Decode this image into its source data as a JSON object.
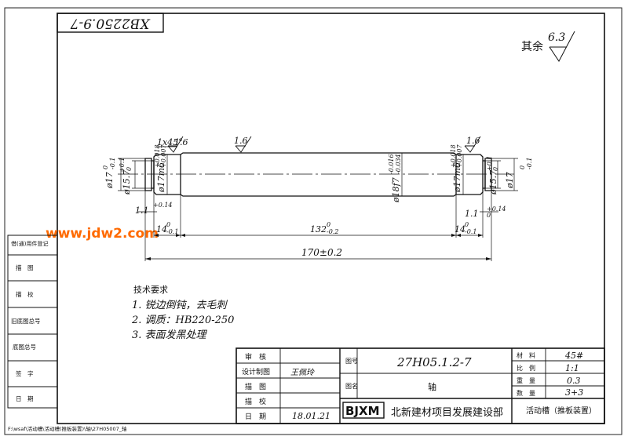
{
  "drawing_number_rotated": "XB2250.9-7",
  "roughness_general": {
    "label": "其余",
    "value": "6.3"
  },
  "watermark": "www.jdw2.com",
  "part_roughness": [
    "1.6",
    "1.6",
    "1.6"
  ],
  "chamfer": "1x45°",
  "dimensions": {
    "d17_left": "ø17",
    "d17_left_tol_upper": "0",
    "d17_left_tol_lower": "-0.1",
    "d157_left": "ø15.7",
    "d157_left_tol_upper": "+0.1",
    "d157_left_tol_lower": "0",
    "d17m6_left": "ø17m6",
    "d17m6_tol_upper": "+0.018",
    "d17m6_tol_lower": "+0.007",
    "d18f7": "ø18f7",
    "d18f7_tol_upper": "-0.016",
    "d18f7_tol_lower": "-0.034",
    "d17m6_right": "ø17m6",
    "d157_right": "ø15.7",
    "d17_right": "ø17",
    "groove_w": "1.1",
    "groove_tol": "+0.14",
    "groove_tol2": "0",
    "len14": "14",
    "len14_tol_upper": "0",
    "len14_tol_lower": "-0.1",
    "len132": "132",
    "len132_tol_upper": "0",
    "len132_tol_lower": "-0.2",
    "len170": "170±0.2"
  },
  "tech_requirements": {
    "title": "技术要求",
    "items": [
      "1. 锐边倒钝，去毛刺",
      "2. 调质：HB220-250",
      "3. 表面发黑处理"
    ]
  },
  "left_strip": [
    "借(通)用件登记",
    "描　图",
    "描　校",
    "旧底图总号",
    "底图总号",
    "签　字",
    "日　期"
  ],
  "title_block": {
    "left_labels": [
      "审　核",
      "设计制图",
      "描　图",
      "描　校",
      "日　期"
    ],
    "designer_sign": "王佩玲",
    "date": "18.01.21",
    "drawing_no_label": "图号",
    "drawing_no": "27H05.1.2-7",
    "name_label": "图名",
    "name": "轴",
    "material_label": "材　料",
    "material": "45#",
    "scale_label": "比　例",
    "scale": "1:1",
    "weight_label": "重　量",
    "weight": "0.3",
    "qty_label": "数　量",
    "qty": "3+3",
    "company_logo": "BJXM",
    "company": "北新建材项目发展建设部",
    "assembly": "活动槽（推板装置）"
  },
  "file_path": "F:\\wsaf\\活动槽\\活动槽(推板装置)\\轴\\27H05007_轴"
}
